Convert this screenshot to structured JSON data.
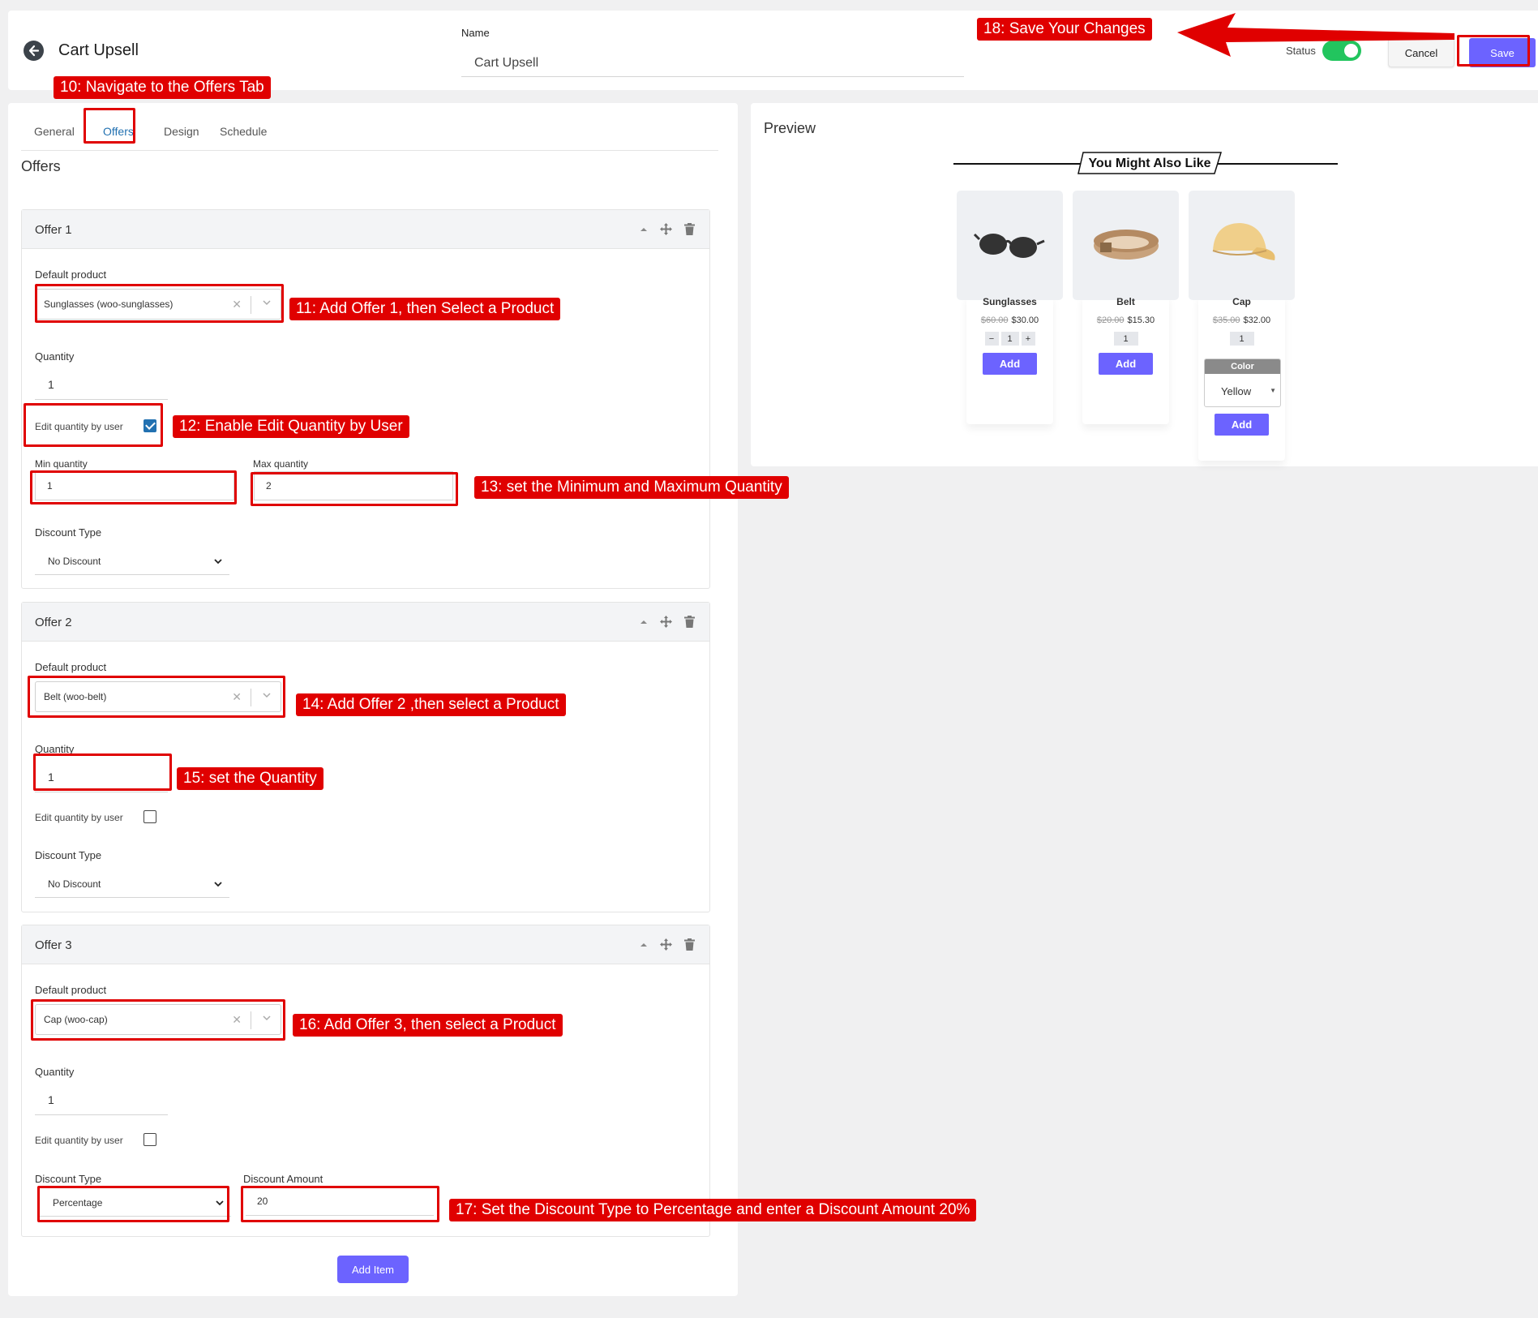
{
  "header": {
    "title": "Cart Upsell",
    "name_label": "Name",
    "name_value": "Cart Upsell",
    "status_label": "Status",
    "status_on": true,
    "cancel_label": "Cancel",
    "save_label": "Save"
  },
  "tabs": [
    {
      "label": "General",
      "active": false
    },
    {
      "label": "Offers",
      "active": true
    },
    {
      "label": "Design",
      "active": false
    },
    {
      "label": "Schedule",
      "active": false
    }
  ],
  "offers_heading": "Offers",
  "labels": {
    "default_product": "Default product",
    "quantity": "Quantity",
    "edit_quantity": "Edit quantity by user",
    "min_quantity": "Min quantity",
    "max_quantity": "Max quantity",
    "discount_type": "Discount Type",
    "discount_amount": "Discount Amount"
  },
  "offers": [
    {
      "title": "Offer 1",
      "product": "Sunglasses (woo-sunglasses)",
      "quantity": "1",
      "edit_quantity": true,
      "min_quantity": "1",
      "max_quantity": "2",
      "discount_type": "No Discount"
    },
    {
      "title": "Offer 2",
      "product": "Belt (woo-belt)",
      "quantity": "1",
      "edit_quantity": false,
      "discount_type": "No Discount"
    },
    {
      "title": "Offer 3",
      "product": "Cap (woo-cap)",
      "quantity": "1",
      "edit_quantity": false,
      "discount_type": "Percentage",
      "discount_amount": "20"
    }
  ],
  "add_item_label": "Add Item",
  "preview": {
    "title": "Preview",
    "heading": "You Might Also Like",
    "products": [
      {
        "name": "Sunglasses",
        "old_price": "$60.00",
        "price": "$30.00",
        "qty": "1",
        "minus": "−",
        "plus": "+",
        "add_label": "Add",
        "icon": "sunglasses-icon"
      },
      {
        "name": "Belt",
        "old_price": "$20.00",
        "price": "$15.30",
        "qty": "1",
        "add_label": "Add",
        "icon": "belt-icon"
      },
      {
        "name": "Cap",
        "old_price": "$35.00",
        "price": "$32.00",
        "qty": "1",
        "color_label": "Color",
        "color_value": "Yellow",
        "add_label": "Add",
        "icon": "cap-icon"
      }
    ]
  },
  "annotations": {
    "step10": "10: Navigate to the Offers Tab",
    "step11": "11: Add Offer 1, then Select a Product",
    "step12": "12: Enable Edit Quantity by User",
    "step13": "13: set the Minimum and Maximum Quantity",
    "step14": "14: Add Offer 2 ,then select a Product",
    "step15": "15: set the Quantity",
    "step16": "16: Add Offer 3, then select a Product",
    "step17": "17: Set the Discount Type to Percentage and enter a Discount Amount 20%",
    "step18": "18: Save Your Changes"
  },
  "colors": {
    "accent": "#6c63ff",
    "toggle_on": "#22c55e",
    "annotation": "#e00000",
    "active_tab": "#2271b1"
  }
}
